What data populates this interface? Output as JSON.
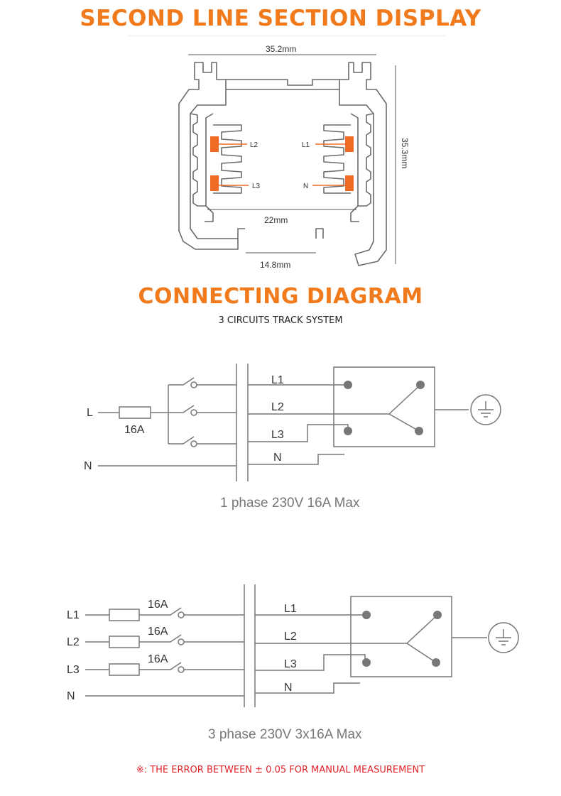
{
  "section_title": "SECOND LINE SECTION DISPLAY",
  "section_view": {
    "dims": {
      "top_width": "35.2mm",
      "height": "35.3mm",
      "inner_width": "22mm",
      "slot_width": "14.8mm"
    },
    "conductor_labels": {
      "left_top": "L2",
      "left_bottom": "L3",
      "right_top": "L1",
      "right_bottom": "N"
    },
    "colors": {
      "conductor": "#ef6a23",
      "profile": "#666666"
    }
  },
  "diagram_title": "CONNECTING DIAGRAM",
  "diagram_subtitle": "3 CIRCUITS TRACK SYSTEM",
  "single_phase": {
    "inputs": {
      "line": "L",
      "neutral": "N"
    },
    "fuse": "16A",
    "track_lines": [
      "L1",
      "L2",
      "L3",
      "N"
    ],
    "caption": "1 phase 230V 16A Max"
  },
  "three_phase": {
    "inputs": [
      "L1",
      "L2",
      "L3",
      "N"
    ],
    "fuses": [
      "16A",
      "16A",
      "16A"
    ],
    "track_lines": [
      "L1",
      "L2",
      "L3",
      "N"
    ],
    "caption": "3 phase 230V 3x16A Max"
  },
  "footer_note": "※:  THE ERROR BETWEEN ± 0.05 FOR MANUAL MEASUREMENT"
}
